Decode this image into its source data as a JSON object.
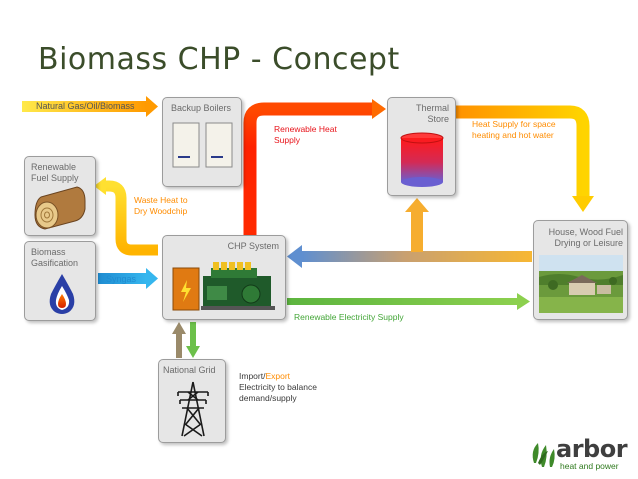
{
  "title": "Biomass CHP - Concept",
  "nodes": {
    "fuel_input": "Natural Gas/Oil/Biomass",
    "backup_boilers": "Backup Boilers",
    "thermal_store": "Thermal Store",
    "renewable_fuel": "Renewable Fuel Supply",
    "biomass_gasification": "Biomass Gasification",
    "chp_system": "CHP System",
    "house": "House, Wood Fuel Drying or Leisure",
    "national_grid": "National Grid"
  },
  "flows": {
    "renewable_heat": "Renewable Heat Supply",
    "heat_supply": "Heat Supply for space heating and hot water",
    "waste_heat": "Waste Heat to Dry Woodchip",
    "syngas": "Syngas",
    "renewable_electricity": "Renewable Electricity Supply",
    "import_label": "Import",
    "slash": "/",
    "export_label": "Export",
    "grid_note": "Electricity to balance demand/supply"
  },
  "logo": {
    "name": "arbor",
    "tagline": "heat and power"
  },
  "colors": {
    "orange": "#ff8c00",
    "red": "#e8141b",
    "green": "#43a637",
    "blue": "#1f8cd1",
    "title": "#3b4d2a"
  }
}
